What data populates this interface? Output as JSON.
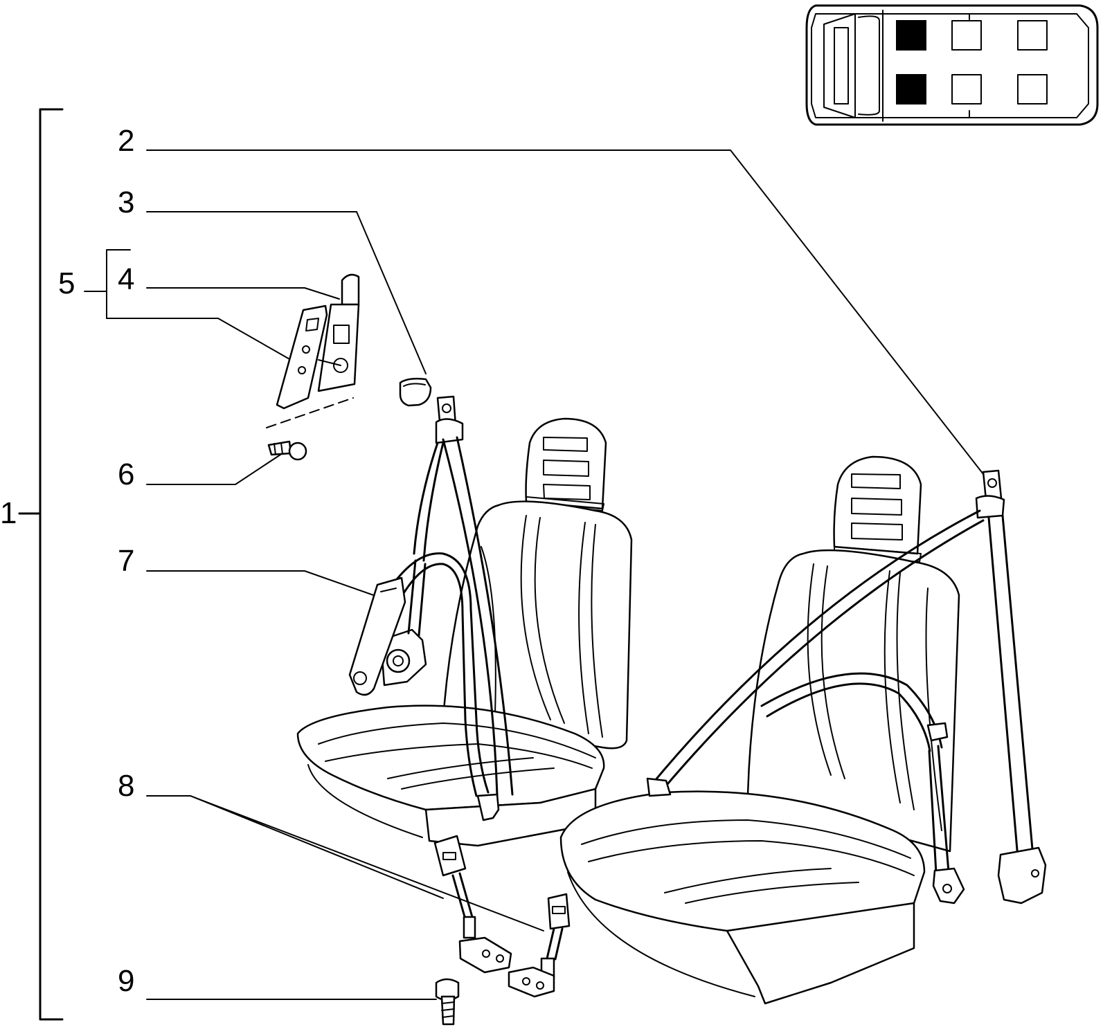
{
  "diagram": {
    "callouts": {
      "c1": "1",
      "c2": "2",
      "c3": "3",
      "c4": "4",
      "c5": "5",
      "c6": "6",
      "c7": "7",
      "c8": "8",
      "c9": "9"
    },
    "vehicle_map": {
      "highlighted_seats": [
        "front-left",
        "front-right"
      ],
      "highlight_color": "#000000"
    },
    "colors": {
      "line": "#000000",
      "background": "#ffffff"
    }
  }
}
